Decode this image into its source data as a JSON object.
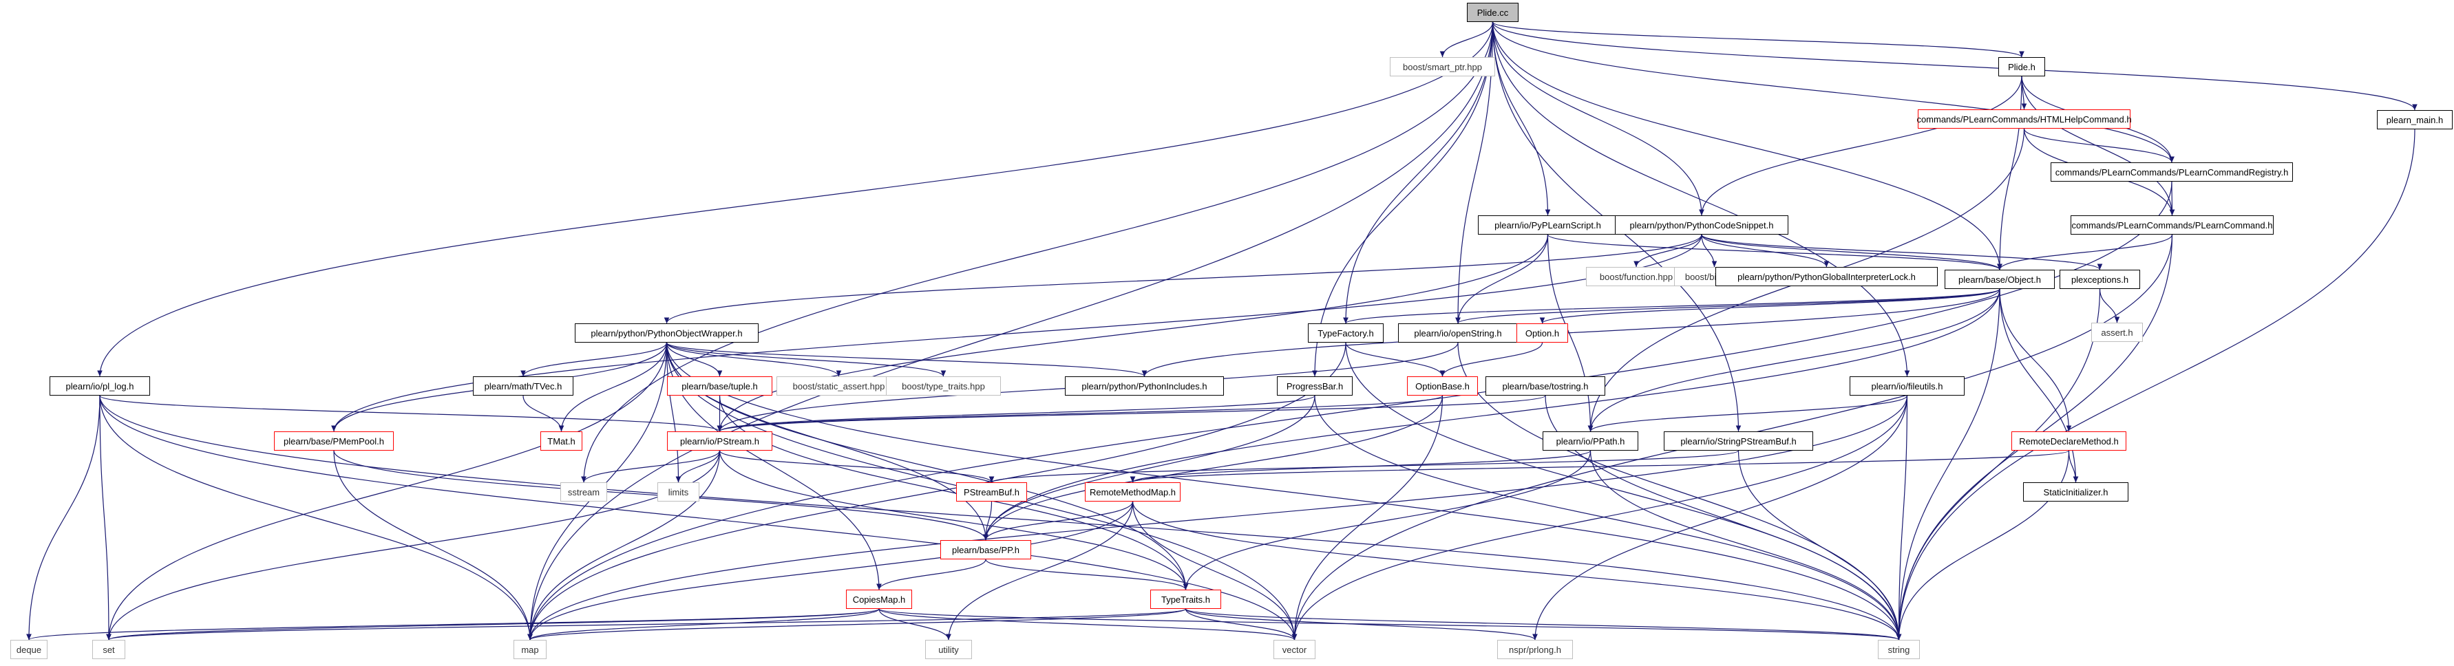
{
  "diagram": {
    "colors": {
      "edge": "#191970",
      "border_normal": "#000000",
      "border_red": "#ff0000",
      "border_gray": "#bfbfbf",
      "root_fill": "#bfbfbf"
    },
    "nodes": [
      {
        "id": "plide_cc",
        "label": "Plide.cc",
        "style": "root"
      },
      {
        "id": "boost_smart_ptr",
        "label": "boost/smart_ptr.hpp",
        "style": "gray"
      },
      {
        "id": "plide_h",
        "label": "Plide.h",
        "style": "normal"
      },
      {
        "id": "plearn_main",
        "label": "plearn_main.h",
        "style": "normal"
      },
      {
        "id": "html_help",
        "label": "commands/PLearnCommands/HTMLHelpCommand.h",
        "style": "red"
      },
      {
        "id": "cmd_registry",
        "label": "commands/PLearnCommands/PLearnCommandRegistry.h",
        "style": "normal"
      },
      {
        "id": "cmd",
        "label": "commands/PLearnCommands/PLearnCommand.h",
        "style": "normal"
      },
      {
        "id": "pyplearnscript",
        "label": "plearn/io/PyPLearnScript.h",
        "style": "normal"
      },
      {
        "id": "pycodesnippet",
        "label": "plearn/python/PythonCodeSnippet.h",
        "style": "normal"
      },
      {
        "id": "boost_function",
        "label": "boost/function.hpp",
        "style": "gray"
      },
      {
        "id": "boost_bind",
        "label": "boost/bind.hpp",
        "style": "gray"
      },
      {
        "id": "py_gil",
        "label": "plearn/python/PythonGlobalInterpreterLock.h",
        "style": "normal"
      },
      {
        "id": "object_h",
        "label": "plearn/base/Object.h",
        "style": "normal"
      },
      {
        "id": "plexceptions",
        "label": "plexceptions.h",
        "style": "normal"
      },
      {
        "id": "assert_h",
        "label": "assert.h",
        "style": "gray"
      },
      {
        "id": "pyobjwrapper",
        "label": "plearn/python/PythonObjectWrapper.h",
        "style": "normal"
      },
      {
        "id": "typefactory",
        "label": "TypeFactory.h",
        "style": "normal"
      },
      {
        "id": "openstring",
        "label": "plearn/io/openString.h",
        "style": "normal"
      },
      {
        "id": "option_h",
        "label": "Option.h",
        "style": "red"
      },
      {
        "id": "pl_log",
        "label": "plearn/io/pl_log.h",
        "style": "normal"
      },
      {
        "id": "tvec",
        "label": "plearn/math/TVec.h",
        "style": "normal"
      },
      {
        "id": "tuple",
        "label": "plearn/base/tuple.h",
        "style": "red"
      },
      {
        "id": "boost_static_assert",
        "label": "boost/static_assert.hpp",
        "style": "gray"
      },
      {
        "id": "boost_type_traits",
        "label": "boost/type_traits.hpp",
        "style": "gray"
      },
      {
        "id": "pyincludes",
        "label": "plearn/python/PythonIncludes.h",
        "style": "normal"
      },
      {
        "id": "progressbar",
        "label": "ProgressBar.h",
        "style": "normal"
      },
      {
        "id": "optionbase",
        "label": "OptionBase.h",
        "style": "red"
      },
      {
        "id": "tostring",
        "label": "plearn/base/tostring.h",
        "style": "normal"
      },
      {
        "id": "fileutils",
        "label": "plearn/io/fileutils.h",
        "style": "normal"
      },
      {
        "id": "tmat",
        "label": "TMat.h",
        "style": "red"
      },
      {
        "id": "pmempool",
        "label": "plearn/base/PMemPool.h",
        "style": "red"
      },
      {
        "id": "pstream",
        "label": "plearn/io/PStream.h",
        "style": "red"
      },
      {
        "id": "ppath",
        "label": "plearn/io/PPath.h",
        "style": "normal"
      },
      {
        "id": "stringpstreambuf",
        "label": "plearn/io/StringPStreamBuf.h",
        "style": "normal"
      },
      {
        "id": "remotedeclare",
        "label": "RemoteDeclareMethod.h",
        "style": "red"
      },
      {
        "id": "sstream",
        "label": "sstream",
        "style": "gray"
      },
      {
        "id": "limits",
        "label": "limits",
        "style": "gray"
      },
      {
        "id": "pstreambuf",
        "label": "PStreamBuf.h",
        "style": "red"
      },
      {
        "id": "remotemethodmap",
        "label": "RemoteMethodMap.h",
        "style": "red"
      },
      {
        "id": "staticinit",
        "label": "StaticInitializer.h",
        "style": "normal"
      },
      {
        "id": "pp_h",
        "label": "plearn/base/PP.h",
        "style": "red"
      },
      {
        "id": "copiesmap",
        "label": "CopiesMap.h",
        "style": "red"
      },
      {
        "id": "typetraits",
        "label": "TypeTraits.h",
        "style": "red"
      },
      {
        "id": "deque",
        "label": "deque",
        "style": "gray"
      },
      {
        "id": "set",
        "label": "set",
        "style": "gray"
      },
      {
        "id": "map",
        "label": "map",
        "style": "gray"
      },
      {
        "id": "utility",
        "label": "utility",
        "style": "gray"
      },
      {
        "id": "vector",
        "label": "vector",
        "style": "gray"
      },
      {
        "id": "nsprprlong",
        "label": "nspr/prlong.h",
        "style": "gray"
      },
      {
        "id": "string",
        "label": "string",
        "style": "gray"
      }
    ],
    "edges": [
      [
        "plide_cc",
        "boost_smart_ptr"
      ],
      [
        "plide_cc",
        "plide_h"
      ],
      [
        "plide_cc",
        "plearn_main"
      ],
      [
        "plide_cc",
        "cmd_registry"
      ],
      [
        "plide_cc",
        "pyplearnscript"
      ],
      [
        "plide_cc",
        "pycodesnippet"
      ],
      [
        "plide_cc",
        "typefactory"
      ],
      [
        "plide_cc",
        "openstring"
      ],
      [
        "plide_cc",
        "pl_log"
      ],
      [
        "plide_cc",
        "progressbar"
      ],
      [
        "plide_cc",
        "fileutils"
      ],
      [
        "plide_cc",
        "stringpstreambuf"
      ],
      [
        "plide_cc",
        "map"
      ],
      [
        "plide_cc",
        "sstream"
      ],
      [
        "plide_cc",
        "object_h"
      ],
      [
        "plide_h",
        "html_help"
      ],
      [
        "plide_h",
        "cmd_registry"
      ],
      [
        "plide_h",
        "cmd"
      ],
      [
        "plide_h",
        "pycodesnippet"
      ],
      [
        "plide_h",
        "object_h"
      ],
      [
        "plearn_main",
        "string"
      ],
      [
        "html_help",
        "cmd_registry"
      ],
      [
        "html_help",
        "cmd"
      ],
      [
        "html_help",
        "ppath"
      ],
      [
        "cmd_registry",
        "cmd"
      ],
      [
        "cmd_registry",
        "map"
      ],
      [
        "cmd",
        "object_h"
      ],
      [
        "cmd",
        "vector"
      ],
      [
        "cmd",
        "string"
      ],
      [
        "pyplearnscript",
        "object_h"
      ],
      [
        "pyplearnscript",
        "openstring"
      ],
      [
        "pyplearnscript",
        "ppath"
      ],
      [
        "pyplearnscript",
        "pstream"
      ],
      [
        "pycodesnippet",
        "boost_function"
      ],
      [
        "pycodesnippet",
        "boost_bind"
      ],
      [
        "pycodesnippet",
        "py_gil"
      ],
      [
        "pycodesnippet",
        "object_h"
      ],
      [
        "pycodesnippet",
        "pyobjwrapper"
      ],
      [
        "pycodesnippet",
        "plexceptions"
      ],
      [
        "pycodesnippet",
        "pmempool"
      ],
      [
        "object_h",
        "typefactory"
      ],
      [
        "object_h",
        "openstring"
      ],
      [
        "object_h",
        "option_h"
      ],
      [
        "object_h",
        "pyincludes"
      ],
      [
        "object_h",
        "remotedeclare"
      ],
      [
        "object_h",
        "staticinit"
      ],
      [
        "object_h",
        "ppath"
      ],
      [
        "object_h",
        "pp_h"
      ],
      [
        "object_h",
        "string"
      ],
      [
        "plexceptions",
        "assert_h"
      ],
      [
        "plexceptions",
        "string"
      ],
      [
        "pyobjwrapper",
        "pyincludes"
      ],
      [
        "pyobjwrapper",
        "tvec"
      ],
      [
        "pyobjwrapper",
        "tuple"
      ],
      [
        "pyobjwrapper",
        "boost_static_assert"
      ],
      [
        "pyobjwrapper",
        "boost_type_traits"
      ],
      [
        "pyobjwrapper",
        "tmat"
      ],
      [
        "pyobjwrapper",
        "pmempool"
      ],
      [
        "pyobjwrapper",
        "limits"
      ],
      [
        "pyobjwrapper",
        "copiesmap"
      ],
      [
        "pyobjwrapper",
        "typetraits"
      ],
      [
        "pyobjwrapper",
        "map"
      ],
      [
        "pyobjwrapper",
        "set"
      ],
      [
        "pyobjwrapper",
        "vector"
      ],
      [
        "pyobjwrapper",
        "string"
      ],
      [
        "pyobjwrapper",
        "pp_h"
      ],
      [
        "typefactory",
        "map"
      ],
      [
        "typefactory",
        "string"
      ],
      [
        "typefactory",
        "optionbase"
      ],
      [
        "openstring",
        "pstream"
      ],
      [
        "openstring",
        "string"
      ],
      [
        "option_h",
        "optionbase"
      ],
      [
        "pl_log",
        "pstream"
      ],
      [
        "pl_log",
        "map"
      ],
      [
        "pl_log",
        "set"
      ],
      [
        "pl_log",
        "deque"
      ],
      [
        "pl_log",
        "string"
      ],
      [
        "pl_log",
        "vector"
      ],
      [
        "tvec",
        "tmat"
      ],
      [
        "tuple",
        "pstream"
      ],
      [
        "tuple",
        "typetraits"
      ],
      [
        "progressbar",
        "pstream"
      ],
      [
        "progressbar",
        "pp_h"
      ],
      [
        "progressbar",
        "string"
      ],
      [
        "optionbase",
        "pstream"
      ],
      [
        "optionbase",
        "pp_h"
      ],
      [
        "optionbase",
        "vector"
      ],
      [
        "tostring",
        "pstream"
      ],
      [
        "tostring",
        "string"
      ],
      [
        "fileutils",
        "ppath"
      ],
      [
        "fileutils",
        "string"
      ],
      [
        "fileutils",
        "vector"
      ],
      [
        "fileutils",
        "map"
      ],
      [
        "fileutils",
        "nsprprlong"
      ],
      [
        "pmempool",
        "pp_h"
      ],
      [
        "pmempool",
        "map"
      ],
      [
        "pstream",
        "pstreambuf"
      ],
      [
        "pstream",
        "sstream"
      ],
      [
        "pstream",
        "limits"
      ],
      [
        "pstream",
        "map"
      ],
      [
        "pstream",
        "set"
      ],
      [
        "pstream",
        "typetraits"
      ],
      [
        "ppath",
        "typetraits"
      ],
      [
        "ppath",
        "string"
      ],
      [
        "ppath",
        "remotemethodmap"
      ],
      [
        "stringpstreambuf",
        "pstreambuf"
      ],
      [
        "stringpstreambuf",
        "string"
      ],
      [
        "remotedeclare",
        "remotemethodmap"
      ],
      [
        "remotedeclare",
        "staticinit"
      ],
      [
        "remotedeclare",
        "string"
      ],
      [
        "pstreambuf",
        "pp_h"
      ],
      [
        "remotemethodmap",
        "pp_h"
      ],
      [
        "remotemethodmap",
        "map"
      ],
      [
        "remotemethodmap",
        "string"
      ],
      [
        "remotemethodmap",
        "vector"
      ],
      [
        "remotemethodmap",
        "utility"
      ],
      [
        "pp_h",
        "copiesmap"
      ],
      [
        "pp_h",
        "typetraits"
      ],
      [
        "copiesmap",
        "map"
      ],
      [
        "copiesmap",
        "set"
      ],
      [
        "copiesmap",
        "deque"
      ],
      [
        "copiesmap",
        "utility"
      ],
      [
        "copiesmap",
        "vector"
      ],
      [
        "copiesmap",
        "string"
      ],
      [
        "typetraits",
        "string"
      ],
      [
        "typetraits",
        "vector"
      ],
      [
        "typetraits",
        "map"
      ],
      [
        "typetraits",
        "set"
      ],
      [
        "typetraits",
        "nsprprlong"
      ]
    ]
  }
}
